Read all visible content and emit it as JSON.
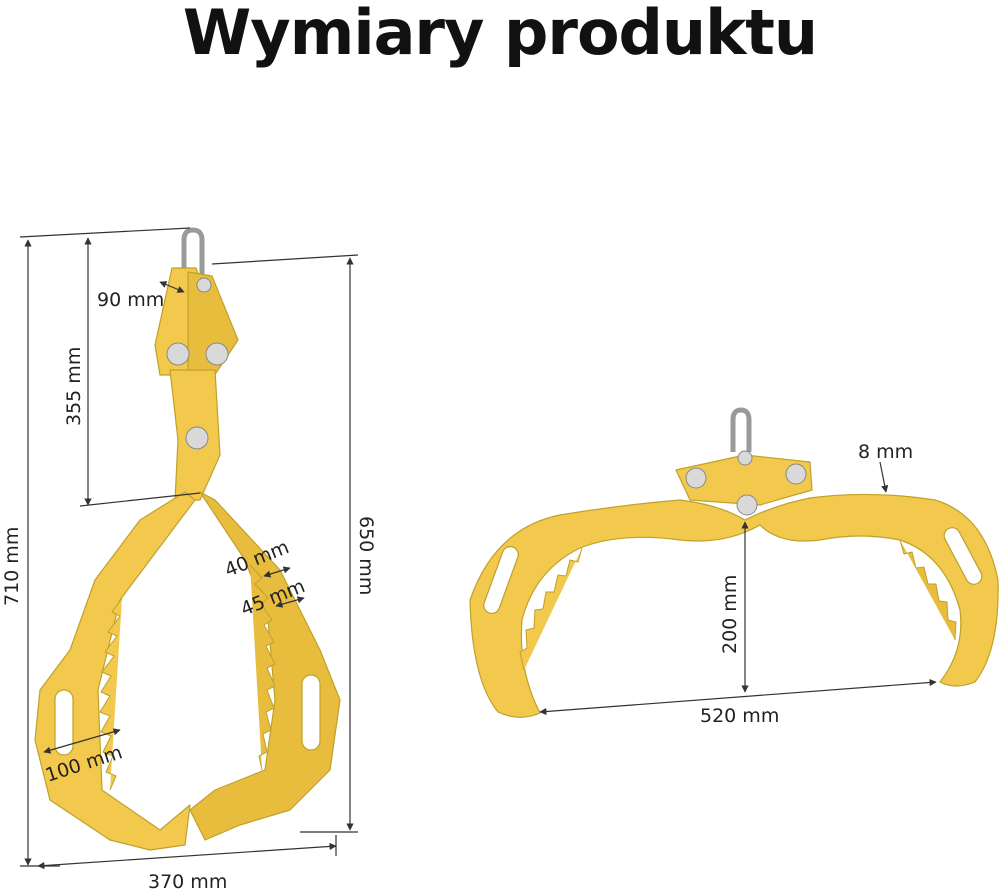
{
  "title": "Wymiary produktu",
  "colors": {
    "metal": "#f2c94c",
    "metal_edge": "#bfa12a",
    "bolt": "#d9d9d9",
    "text": "#222222",
    "title": "#111111"
  },
  "dimensions": {
    "top_width": "90 mm",
    "upper_length": "355 mm",
    "total_height": "710 mm",
    "closed_height": "650 mm",
    "tooth_depth_40": "40 mm",
    "tooth_depth_45": "45 mm",
    "handle_width": "100 mm",
    "total_width_closed": "370 mm",
    "plate_thickness": "8 mm",
    "open_depth": "200 mm",
    "open_span": "520 mm"
  }
}
